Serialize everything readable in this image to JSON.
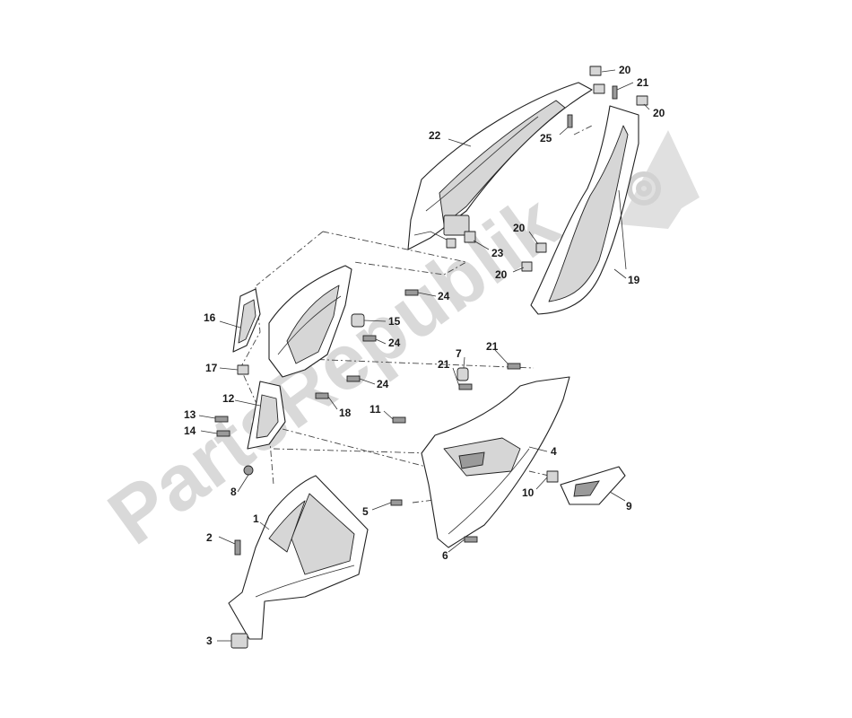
{
  "watermark": {
    "text": "PartsRepublik"
  },
  "callouts": [
    {
      "label": "20"
    },
    {
      "label": "21"
    },
    {
      "label": "20"
    },
    {
      "label": "25"
    },
    {
      "label": "22"
    },
    {
      "label": "20"
    },
    {
      "label": "23"
    },
    {
      "label": "20"
    },
    {
      "label": "19"
    },
    {
      "label": "24"
    },
    {
      "label": "16"
    },
    {
      "label": "15"
    },
    {
      "label": "24"
    },
    {
      "label": "7"
    },
    {
      "label": "21"
    },
    {
      "label": "21"
    },
    {
      "label": "17"
    },
    {
      "label": "24"
    },
    {
      "label": "12"
    },
    {
      "label": "18"
    },
    {
      "label": "11"
    },
    {
      "label": "13"
    },
    {
      "label": "14"
    },
    {
      "label": "4"
    },
    {
      "label": "8"
    },
    {
      "label": "10"
    },
    {
      "label": "9"
    },
    {
      "label": "5"
    },
    {
      "label": "1"
    },
    {
      "label": "2"
    },
    {
      "label": "6"
    },
    {
      "label": "3"
    }
  ]
}
